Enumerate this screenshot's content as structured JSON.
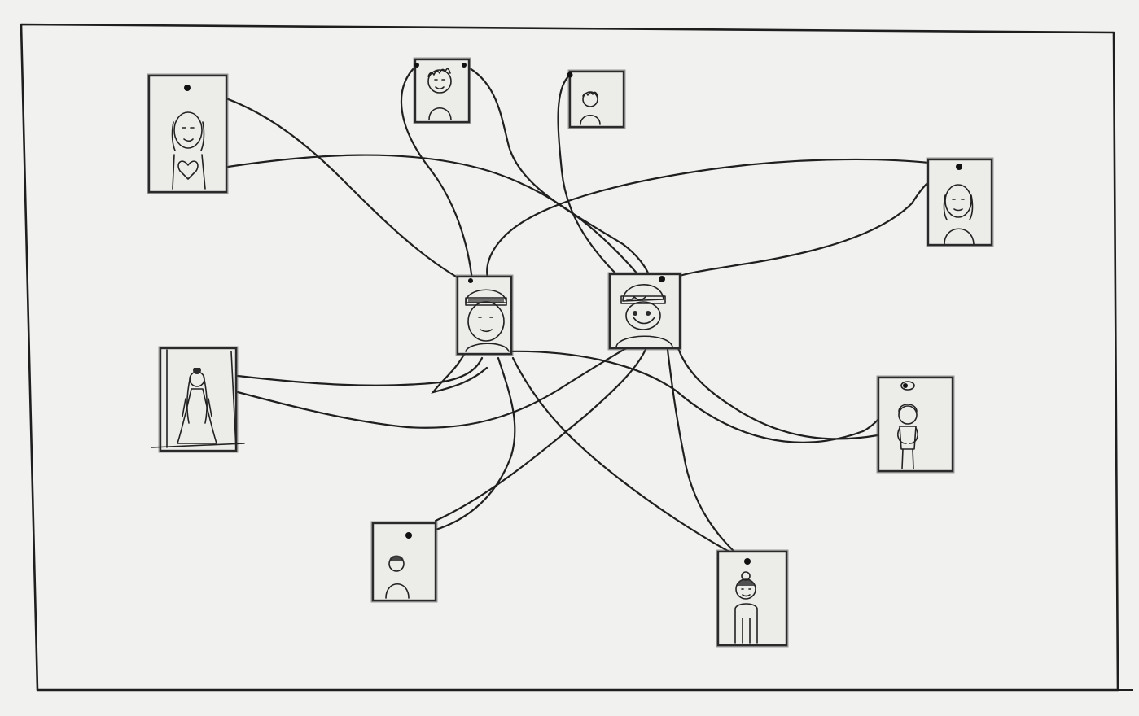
{
  "drawing": {
    "type": "pencil sketch",
    "colors": {
      "paper": "#f1f1ef",
      "ink": "#1f1f1f",
      "frame_fill": "#ecece9"
    },
    "portraits": [
      {
        "id": "woman-heart",
        "icon": "woman-with-heart-portrait-icon"
      },
      {
        "id": "curly-boy",
        "icon": "curly-haired-person-portrait-icon"
      },
      {
        "id": "small-curly",
        "icon": "small-curly-haired-person-portrait-icon"
      },
      {
        "id": "woman-right",
        "icon": "woman-long-hair-portrait-icon"
      },
      {
        "id": "center-left",
        "icon": "person-with-cap-portrait-icon"
      },
      {
        "id": "center-right",
        "icon": "smiling-person-with-hat-portrait-icon"
      },
      {
        "id": "bride",
        "icon": "woman-in-long-dress-portrait-icon"
      },
      {
        "id": "standing-right",
        "icon": "standing-person-portrait-icon"
      },
      {
        "id": "small-boy",
        "icon": "small-boy-portrait-icon"
      },
      {
        "id": "bottom-person",
        "icon": "person-with-bun-portrait-icon"
      }
    ],
    "connections": [
      [
        "woman-heart",
        "center-left"
      ],
      [
        "woman-heart",
        "center-right"
      ],
      [
        "curly-boy",
        "center-left"
      ],
      [
        "curly-boy",
        "center-right"
      ],
      [
        "small-curly",
        "center-right"
      ],
      [
        "woman-right",
        "center-left"
      ],
      [
        "woman-right",
        "center-right"
      ],
      [
        "bride",
        "center-left"
      ],
      [
        "bride",
        "center-right"
      ],
      [
        "standing-right",
        "center-left"
      ],
      [
        "standing-right",
        "center-right"
      ],
      [
        "small-boy",
        "center-left"
      ],
      [
        "small-boy",
        "center-right"
      ],
      [
        "bottom-person",
        "center-left"
      ],
      [
        "bottom-person",
        "center-right"
      ]
    ]
  }
}
